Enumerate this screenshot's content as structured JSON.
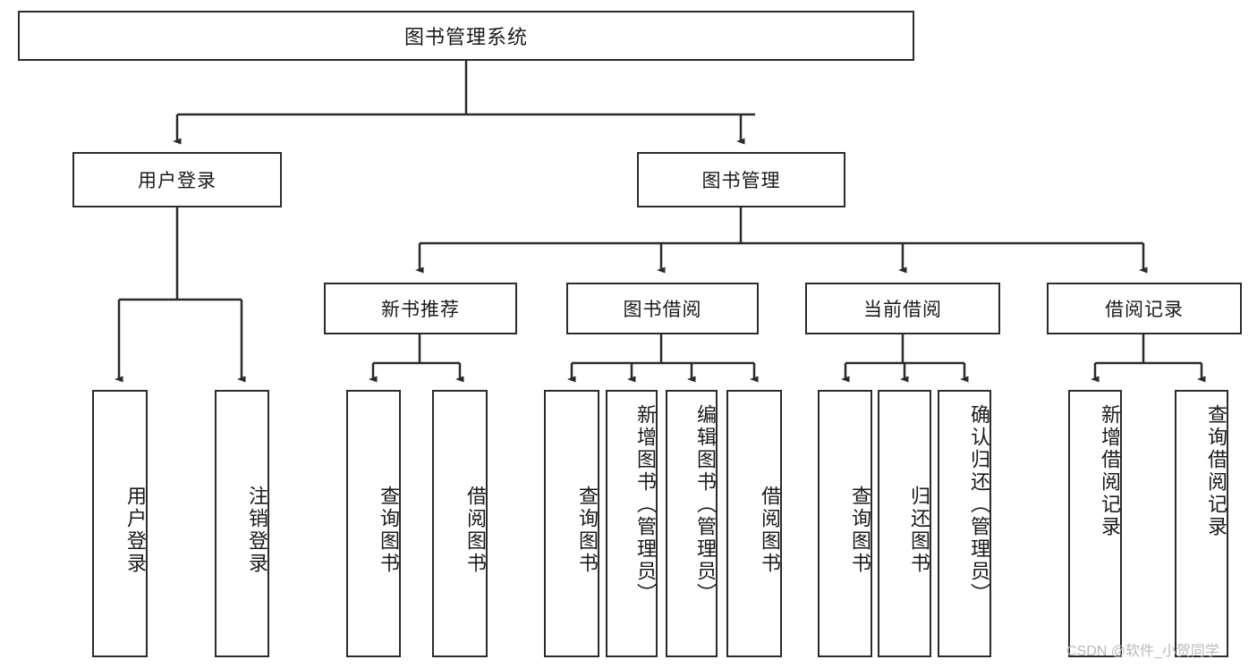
{
  "diagram": {
    "title": "图书管理系统",
    "type": "tree-hierarchy-chart",
    "watermark": "CSDN @软件_小贺同学",
    "colors": {
      "stroke": "#2b2b2b",
      "fill": "#ffffff",
      "text": "#1a1a1a",
      "watermark": "#b9b9b9"
    },
    "nodes": {
      "root": {
        "label": "图书管理系统"
      },
      "level2": [
        {
          "label": "用户登录"
        },
        {
          "label": "图书管理"
        }
      ],
      "level3": [
        {
          "label": "新书推荐"
        },
        {
          "label": "图书借阅"
        },
        {
          "label": "当前借阅"
        },
        {
          "label": "借阅记录"
        }
      ],
      "leaves": {
        "user_login": [
          {
            "label": "用户登录"
          },
          {
            "label": "注销登录"
          }
        ],
        "new_book_recommend": [
          {
            "label": "查询图书"
          },
          {
            "label": "借阅图书"
          }
        ],
        "book_borrow": [
          {
            "label": "查询图书"
          },
          {
            "label": "新增图书（管理员）"
          },
          {
            "label": "编辑图书（管理员）"
          },
          {
            "label": "借阅图书"
          }
        ],
        "current_borrow": [
          {
            "label": "查询图书"
          },
          {
            "label": "归还图书"
          },
          {
            "label": "确认归还（管理员）"
          }
        ],
        "borrow_record": [
          {
            "label": "新增借阅记录"
          },
          {
            "label": "查询借阅记录"
          }
        ]
      }
    }
  }
}
